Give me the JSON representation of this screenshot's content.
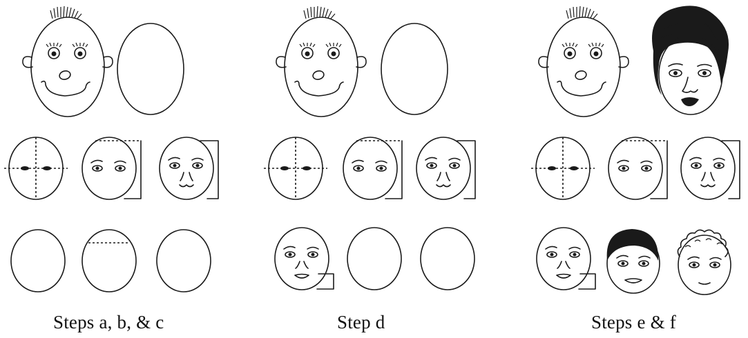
{
  "panels": [
    {
      "caption": "Steps a, b, & c"
    },
    {
      "caption": "Step d"
    },
    {
      "caption": "Steps e & f"
    }
  ]
}
